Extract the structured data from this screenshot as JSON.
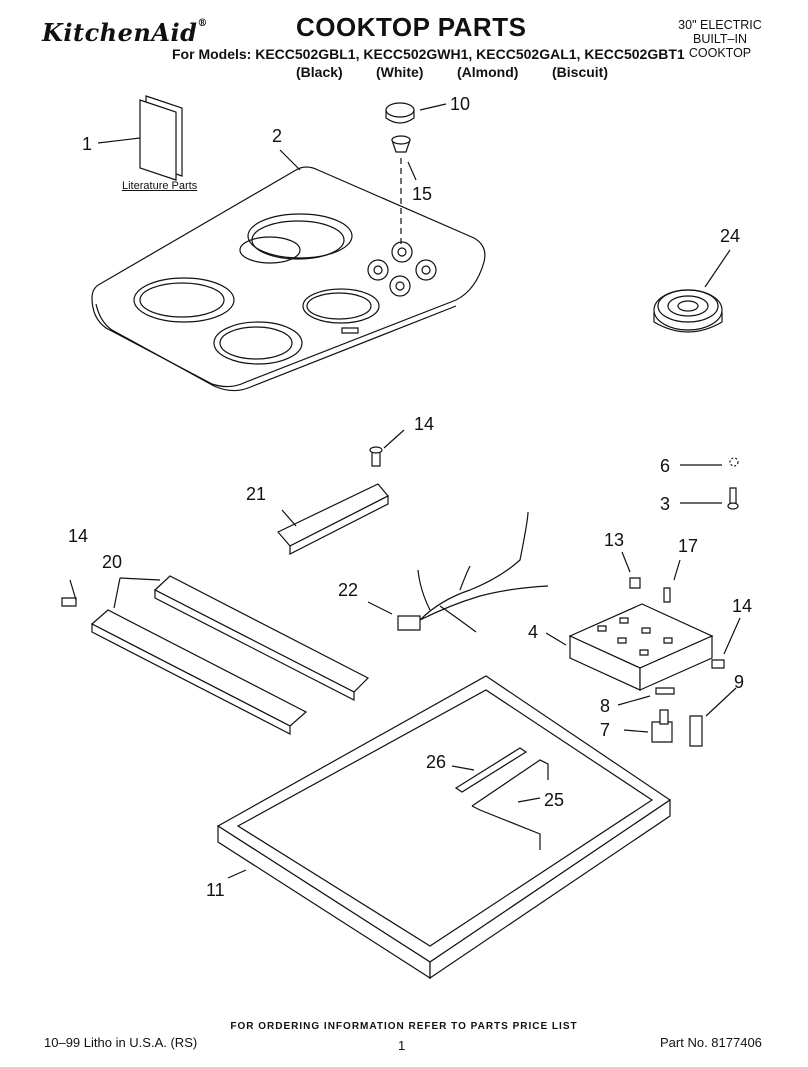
{
  "header": {
    "brand": "KitchenAid",
    "brand_mark": "®",
    "title": "COOKTOP PARTS",
    "models_line": "For Models: KECC502GBL1, KECC502GWH1, KECC502GAL1, KECC502GBT1",
    "colors": [
      "(Black)",
      "(White)",
      "(Almond)",
      "(Biscuit)"
    ],
    "product_line1": "30\" ELECTRIC",
    "product_line2": "BUILT–IN",
    "product_line3": "COOKTOP"
  },
  "diagram": {
    "literature_label": "Literature Parts",
    "callouts": [
      "1",
      "2",
      "10",
      "15",
      "24",
      "14",
      "21",
      "6",
      "3",
      "14",
      "20",
      "13",
      "17",
      "22",
      "14",
      "4",
      "8",
      "9",
      "7",
      "26",
      "25",
      "11"
    ]
  },
  "footer": {
    "ordering_note": "FOR ORDERING INFORMATION REFER TO PARTS PRICE LIST",
    "litho": "10–99 Litho in U.S.A. (RS)",
    "page_number": "1",
    "part_number": "Part No. 8177406"
  }
}
